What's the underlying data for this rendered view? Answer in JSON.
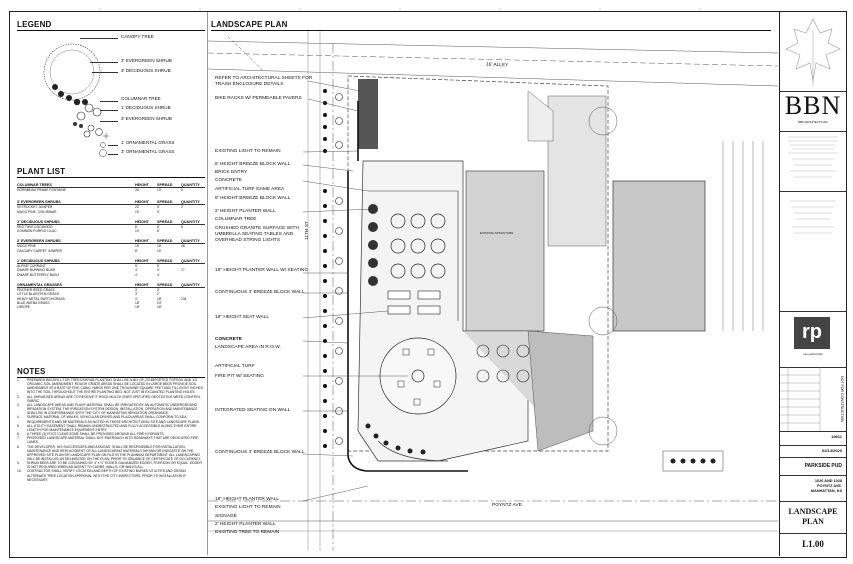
{
  "legend": {
    "title": "LEGEND",
    "items": [
      "CANOPY TREE",
      "3' EVERGREEN SHRUB",
      "3' DECIDUOUS SHRUB",
      "COLUMNAR TREE",
      "1' DECIDUOUS SHRUB",
      "3' EVERGREEN SHRUB",
      "1' ORNAMENTAL GRASS",
      "3' ORNAMENTAL GRASS"
    ]
  },
  "plant_list": {
    "title": "PLANT LIST",
    "groups": [
      {
        "name": "COLUMNAR TREES",
        "cols": [
          "HEIGHT",
          "SPREAD",
          "QUANTITY"
        ],
        "rows": [
          [
            "HORNBEAM FRAME FONTAINE",
            "30'",
            "10'",
            "5"
          ]
        ]
      },
      {
        "name": "3' EVERGREEN SHRUBS",
        "cols": [
          "HEIGHT",
          "SPREAD",
          "QUANTITY"
        ],
        "rows": [
          [
            "SKYROCKET JUNIPER",
            "20'",
            "5'",
            "2"
          ],
          [
            "MUGO PINE, COLUMNAR",
            "10'",
            "5'",
            ""
          ]
        ]
      },
      {
        "name": "3' DECIDUOUS SHRUBS",
        "cols": [
          "HEIGHT",
          "SPREAD",
          "QUANTITY"
        ],
        "rows": [
          [
            "RED TWIG DOGWOOD",
            "8'",
            "8'",
            "6"
          ],
          [
            "COMMON PURPLE LILAC",
            "10'",
            "8'",
            ""
          ]
        ]
      },
      {
        "name": "3' EVERGREEN SHRUBS",
        "cols": [
          "HEIGHT",
          "SPREAD",
          "QUANTITY"
        ],
        "rows": [
          [
            "MUGO PINE",
            "16'",
            "16'",
            "48"
          ],
          [
            "CALGARY CARPET JUNIPER",
            "8'",
            "15'",
            ""
          ]
        ]
      },
      {
        "name": "1' DECIDUOUS SHRUBS",
        "cols": [
          "HEIGHT",
          "SPREAD",
          "QUANTITY"
        ],
        "rows": [
          [
            "ALPINE CURRANT",
            "5'",
            "5'",
            ""
          ],
          [
            "DWARF BURNING BUSH",
            "4'",
            "4'",
            "77"
          ],
          [
            "DWARF BUTTERFLY BUSH",
            "4'",
            "4'",
            ""
          ]
        ]
      },
      {
        "name": "ORNAMENTAL GRASSES",
        "cols": [
          "HEIGHT",
          "SPREAD",
          "QUANTITY"
        ],
        "rows": [
          [
            "FEATHER REED GRASS",
            "3'",
            "3'",
            ""
          ],
          [
            "LITTLE BLUESTEM GRASS",
            "3'",
            "2'",
            ""
          ],
          [
            "HEAVY METAL SWITCHGRASS",
            "4'",
            "18\"",
            "234"
          ],
          [
            "BLUE AVENA GRASS",
            "18\"",
            "24\"",
            ""
          ],
          [
            "LIRIOPE",
            "18\"",
            "18\"",
            ""
          ]
        ]
      }
    ]
  },
  "notes": {
    "title": "NOTES",
    "items": [
      "PREPARED BACKFILL FOR TREES/SHRUB PLANTING SHALL BE A MIX OF 2/3 IMPORTED TOPSOIL AND 1/3 ORGANIC SOIL AMENDMENT. ROUGH GRADE AREAS SHALL BE LOCATED IN LARGE BEDS PROVIDE SOIL AMENDMENT AT A RATE OF FIVE CUBIC YARDS PER ONE THOUSAND SQUARE FEET AND TILL EIGHT INCHES INTO THE SOIL THROUGHOUT THE ENTIRE PLANTING BED. NOT JUST IN EXCAVATED PLANTING HOLES.",
      "ALL SHRUB BED AREAS ARE TO RECEIVE 3\" ROCK MULCH OVER SPECIFIED GEOTEXTILE WEED CONTROL FABRIC.",
      "ALL LANDSCAPE AREAS AND PLANT MATERIAL SHALL BE IRRIGATED BY AN AUTOMATIC UNDERGROUND IRRIGATION SYSTEM. THE IRRIGATION SYSTEM DESIGN, INSTALLATION, OPERATION AND MAINTENANCE SHALL BE IN CONFORMANCE WITH THE CITY OF MANHATTAN IRRIGATION ORDINANCE.",
      "SURFACE MATERIAL OF WALKS, VEHICULAR DRIVES AND PLAZA AREAS SHALL CONFORM TO ADA REQUIREMENTS AND BE MATERIALS AS NOTED IN THESE ARCHITECTURAL SITE AND LANDSCAPE PLANS.",
      "ALL UTILITY EASEMENT SHALL REMAIN UNOBSTRUCTED AND FULLY ACCESSIBLE ALONG THEIR ENTIRE LENGTH FOR MAINTENANCE EQUIPMENT ENTRY.",
      "A THREE (3) FOOT CLEAR ZONE SHALL BE PROVIDED AROUND ALL FIRE HYDRANTS.",
      "PROPOSED LANDSCAPE MATERIAL SHALL NOT ENCROACH INTO ROADWAYS THAT ARE DEDICATED FIRE LANES.",
      "THE DEVELOPER, HIS SUCCESSORS AND ASSIGNS, SHALL BE RESPONSIBLE FOR INSTALLATION, MAINTENANCE AND REPLACEMENT OF ALL LANDSCAPING MATERIALS SHOWN OR INDICATED ON THE APPROVED SITE PLAN OR LANDSCAPE PLAN ON FILE IN THE PLANNING DEPARTMENT. ALL LANDSCAPING WILL BE INSTALLED AS DELINEATED ON THE PLAN, PRIOR TO ISSUANCE OF CERTIFICATE OF OCCUPANCY.",
      "SHRUB BEDS ARE TO BE CONTAINED BY 4\" x ¼\" EDGER GALVANIZED EDGER, RYERSON OR EQUAL. EDGER IS NOT REQUIRED WHEN ADJACENT TO CURBS, WALLS, OR WALKS ALL.",
      "CONTRACTOR SHALL VERIFY LOCATION AND DEPTH OF EXISTING BURIED UTILITIES AND OBTAIN ALTERNATE TREE LOCATION APPROVAL WITH THE CITY INSPECTORS, PRIOR TO INSTALLATION IF NECESSARY."
    ]
  },
  "plan": {
    "title": "LANDSCAPE PLAN",
    "alley": "16' ALLEY",
    "street_west": "11TH ST",
    "street_south": "POYNTZ AVE.",
    "callouts": [
      "REFER TO ARCHITECTURAL SHEETS FOR TRASH ENCLOSURE DETAILS",
      "BIKE RACKS W/ PERMEABLE PAVERS",
      "EXISTING LIGHT TO REMAIN",
      "8' HEIGHT BREEZE BLOCK WALL",
      "BRICK ENTRY",
      "CONCRETE",
      "ARTIFICIAL TURF GAME AREA",
      "8' HEIGHT BREEZE BLOCK WALL",
      "2' HEIGHT PLANTER WALL",
      "COLUMNAR TREE",
      "CRUSHED GRANITE SURFACE WITH UMBRELLA SEATING TABLES AND OVERHEAD STRING LIGHTS",
      "18\" HEIGHT PLANTER WALL W/ SEATING",
      "CONTINUOUS 3' BREEZE BLOCK WALL",
      "18\" HEIGHT SEAT WALL",
      "CONCRETE",
      "LANDSCAPE AREA IN R.O.W.",
      "ARTIFICIAL TURF",
      "FIRE PIT W/ SEATING",
      "INTEGRATED SEATING ON WALL",
      "CONTINUOUS 3' BREEZE BLOCK WALL",
      "18\" HEIGHT PLANTER WALL",
      "EXISTING LIGHT TO REMAIN",
      "SIGNAGE",
      "2' HEIGHT PLANTER WALL",
      "EXISTING TREE TO REMAIN"
    ],
    "existing_structure": "EXISTING STRUCTURE"
  },
  "title_block": {
    "firm": "BBN",
    "firm_sub": "BBN ARCHITECTS INC",
    "logo2": "rp",
    "logo2_sub": "rise partnership",
    "not_for_construction": "NOT FOR CONSTRUCTION",
    "project_number": "19811",
    "date": "02/14/2020",
    "project": "PARKSIDE PUD",
    "address_1": "1026 AND 1028",
    "address_2": "POYNTZ AVE.",
    "address_3": "MANHATTAN, KS",
    "sheet_title": "LANDSCAPE PLAN",
    "sheet_number": "L1.00"
  }
}
